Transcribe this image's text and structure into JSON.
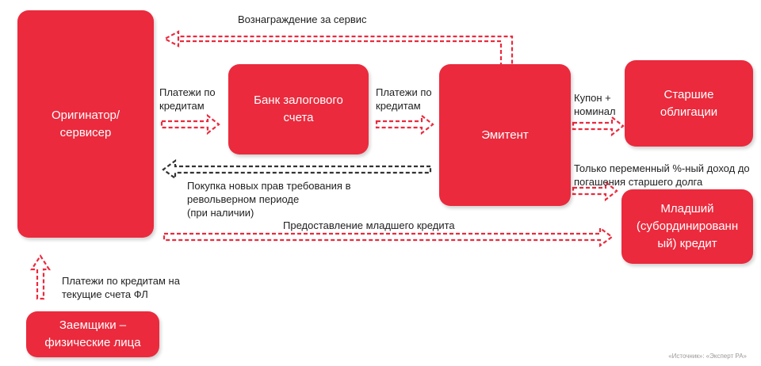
{
  "boxes": {
    "originator": "Оригинатор/\nсервисер",
    "bank": "Банк залогового\nсчета",
    "issuer": "Эмитент",
    "senior": "Старшие\nоблигации",
    "junior": "Младший\n(субординированн\nый) кредит",
    "borrowers": "Заемщики –\nфизические лица"
  },
  "labels": {
    "service_fee": "Вознаграждение за сервис",
    "payments_1": "Платежи по\nкредитам",
    "payments_2": "Платежи по\nкредитам",
    "coupon": "Купон +\nноминал",
    "variable_income": "Только переменный %-ный доход до\nпогашения старшего долга",
    "new_claims": "Покупка новых прав требования в\nревольверном периоде\n(при наличии)",
    "junior_loan": "Предоставление младшего кредита",
    "borrower_payments": "Платежи по кредитам на\nтекущие счета ФЛ"
  },
  "colors": {
    "red": "#EB2A3D",
    "dark": "#333333"
  },
  "source": "«Источник»: «Эксперт РА»"
}
